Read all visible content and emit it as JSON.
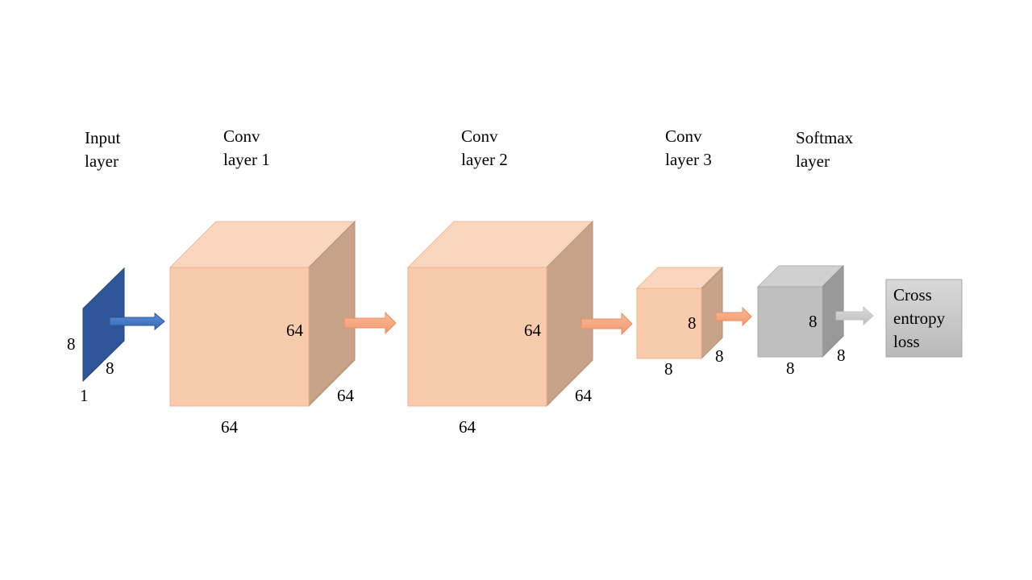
{
  "layers": {
    "input": {
      "title_line1": "Input",
      "title_line2": "layer",
      "height": "8",
      "width": "8",
      "depth": "1"
    },
    "conv1": {
      "title_line1": "Conv",
      "title_line2": "layer 1",
      "height": "64",
      "depth": "64",
      "width": "64"
    },
    "conv2": {
      "title_line1": "Conv",
      "title_line2": "layer 2",
      "height": "64",
      "depth": "64",
      "width": "64"
    },
    "conv3": {
      "title_line1": "Conv",
      "title_line2": "layer 3",
      "height": "8",
      "depth": "8",
      "width": "8"
    },
    "softmax": {
      "title_line1": "Softmax",
      "title_line2": "layer",
      "height": "8",
      "depth": "8",
      "width": "8"
    }
  },
  "loss": {
    "line1": "Cross",
    "line2": "entropy",
    "line3": "loss"
  },
  "colors": {
    "input": "#2e5597",
    "conv_front": "#f7cbac",
    "conv_top": "#f9d6bd",
    "conv_side": "#c6a289",
    "conv_arrow": "#f4a57f",
    "softmax_front": "#bfbfbf",
    "softmax_top": "#d0d0d0",
    "softmax_side": "#999999",
    "loss_box": "#c8c8c8"
  }
}
